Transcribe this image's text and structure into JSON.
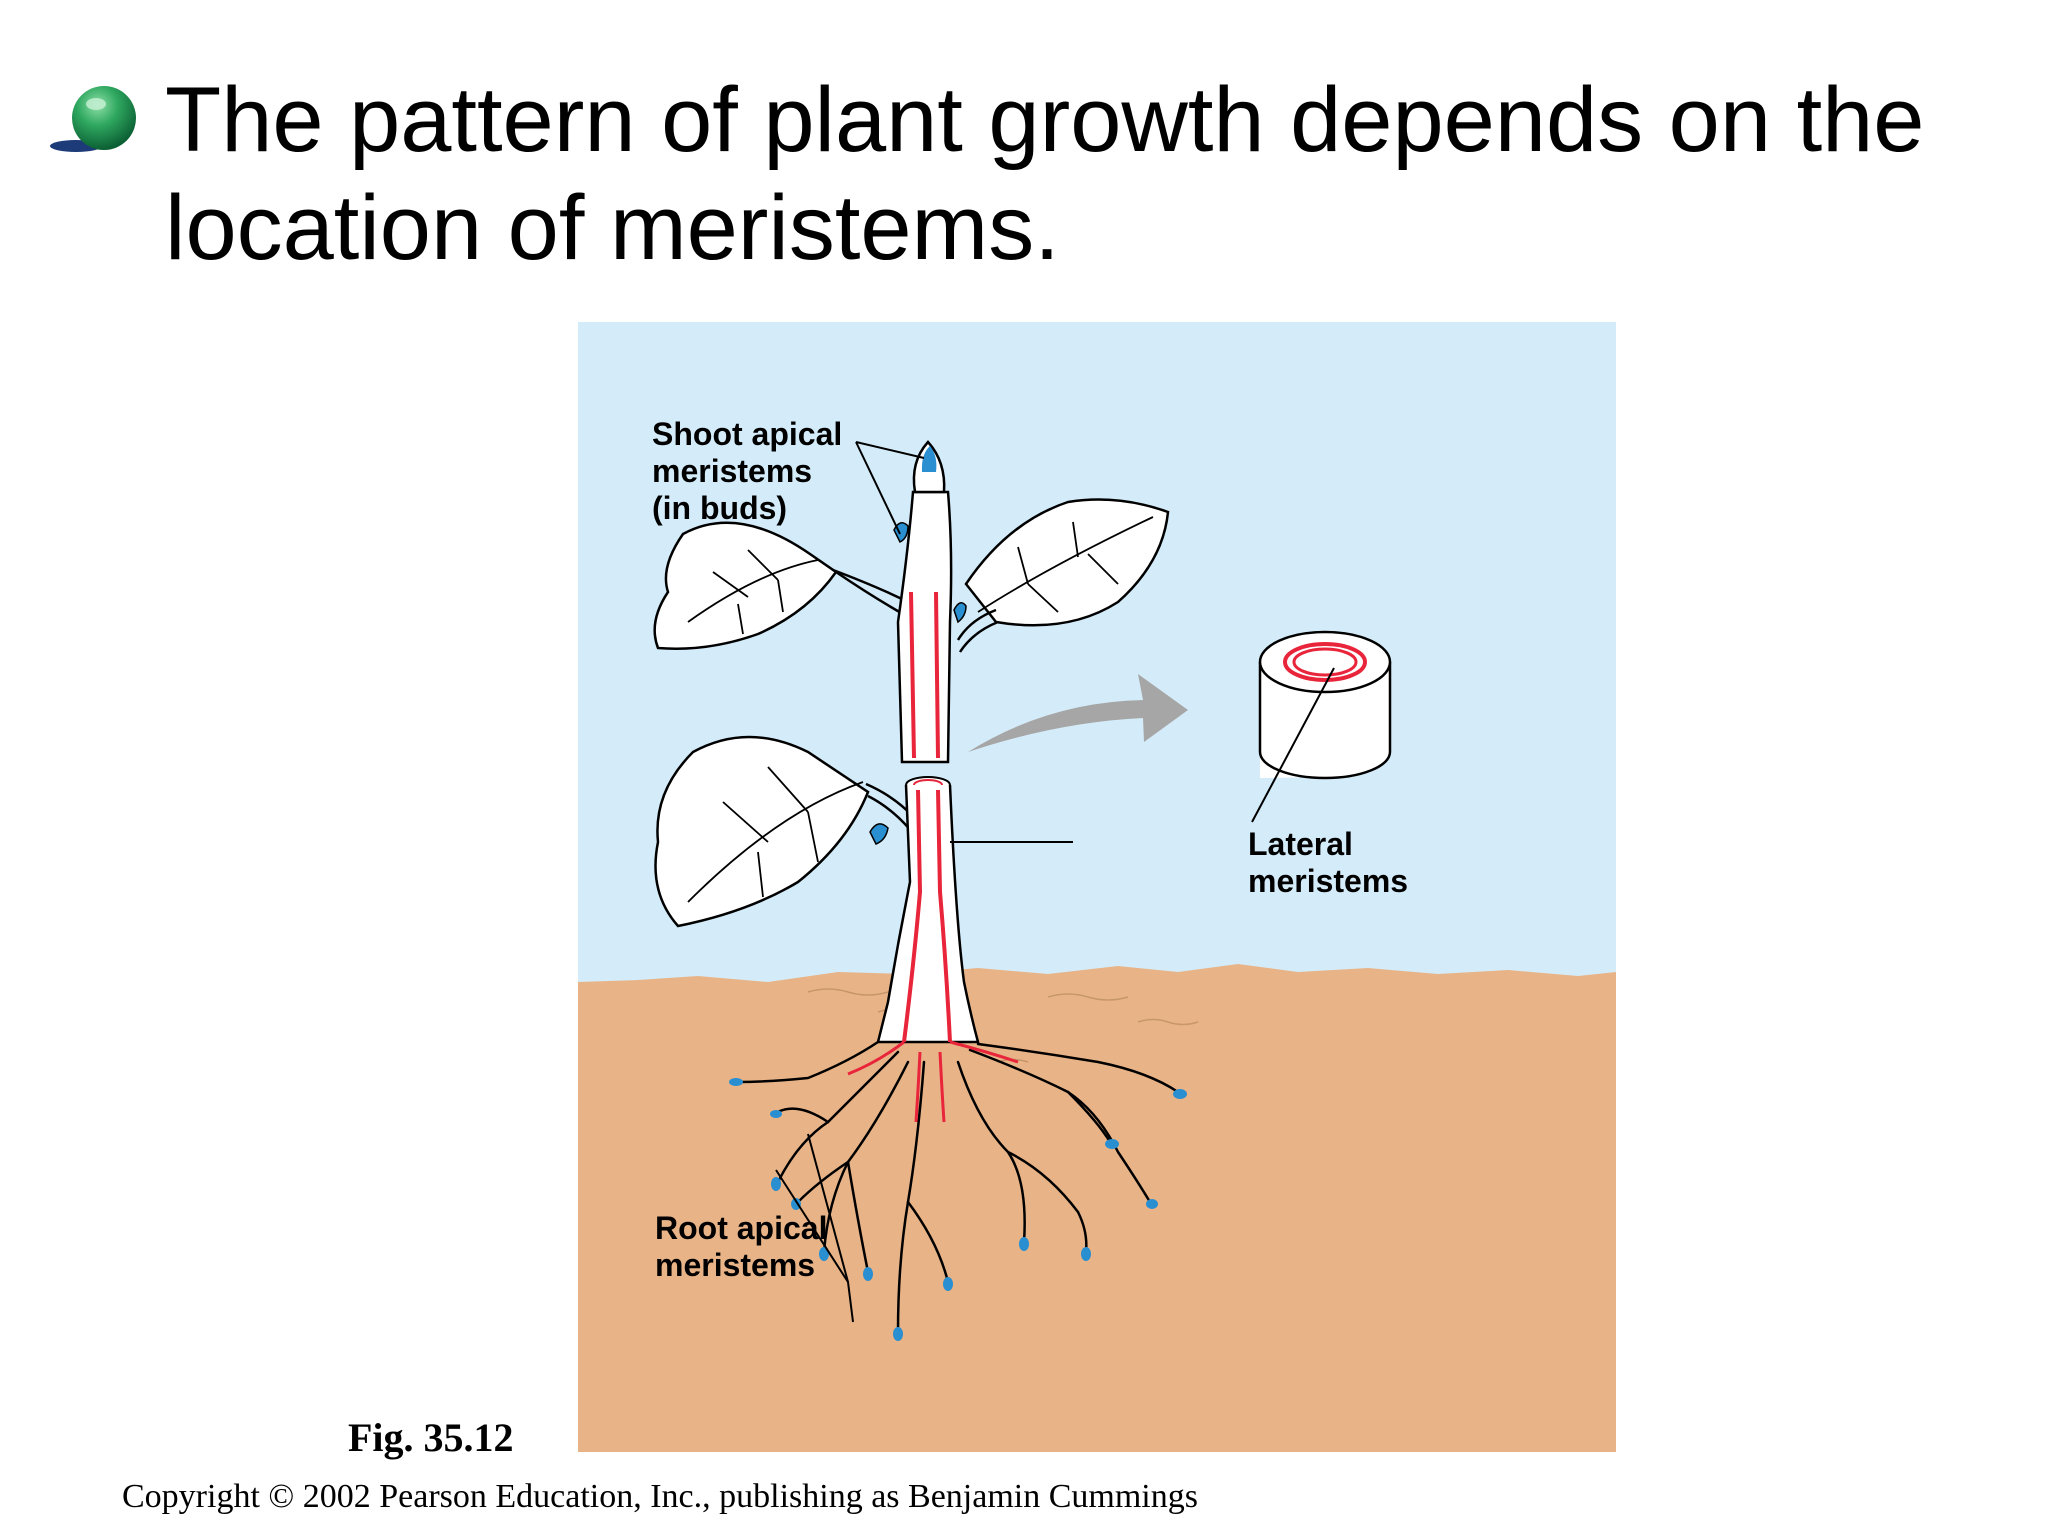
{
  "slide": {
    "title": "The pattern of plant growth depends on the location of meristems.",
    "bullet_icon": "green-sphere-bullet-icon",
    "figure_label": "Fig. 35.12",
    "copyright": "Copyright © 2002 Pearson Education, Inc., publishing as Benjamin Cummings"
  },
  "diagram": {
    "labels": {
      "shoot_line1": "Shoot apical",
      "shoot_line2": "meristems",
      "shoot_line3": "(in buds)",
      "lateral_line1": "Lateral",
      "lateral_line2": "meristems",
      "root_line1": "Root apical",
      "root_line2": "meristems"
    },
    "colors": {
      "sky": "#d4ecf9",
      "soil": "#e8b487",
      "meristem_blue": "#2a8fd0",
      "lateral_red": "#e8253a",
      "arrow_gray": "#a6a6a6"
    }
  }
}
